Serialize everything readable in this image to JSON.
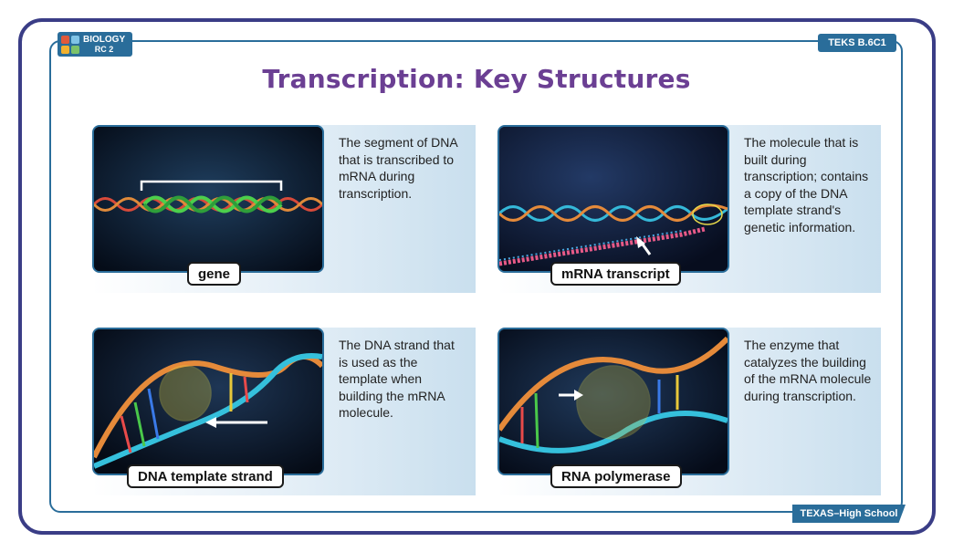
{
  "header": {
    "logo_line1": "BIOLOGY",
    "logo_line2": "RC 2",
    "teks": "TEKS B.6C1",
    "title": "Transcription: Key Structures"
  },
  "cards": [
    {
      "label": "gene",
      "description": "The segment of DNA that is transcribed to mRNA during transcription."
    },
    {
      "label": "mRNA transcript",
      "description": "The molecule that is built during transcription; contains a copy of the DNA template strand's genetic information."
    },
    {
      "label": "DNA template strand",
      "description": "The DNA strand that is used as the template when building the mRNA molecule."
    },
    {
      "label": "RNA polymerase",
      "description": "The enzyme that catalyzes the building of the mRNA molecule during transcription."
    }
  ],
  "footer": {
    "tag": "TEXAS–High School"
  },
  "colors": {
    "frame": "#3a3d86",
    "accent": "#2a6d9a",
    "title": "#6b3f93"
  }
}
